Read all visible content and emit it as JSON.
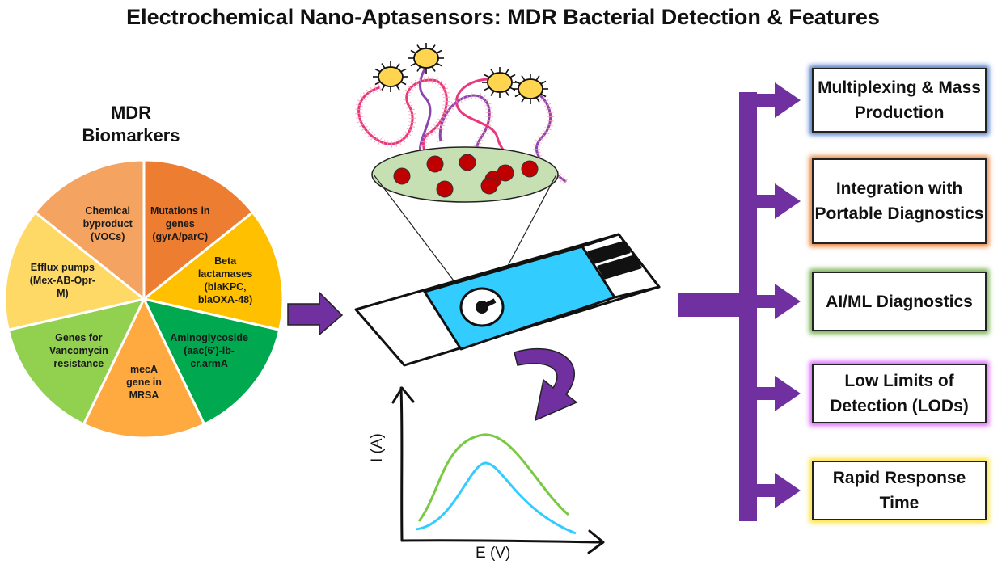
{
  "title": "Electrochemical Nano-Aptasensors: MDR Bacterial Detection & Features",
  "pie": {
    "heading_line1": "MDR",
    "heading_line2": "Biomarkers",
    "slices": [
      {
        "label": "Mutations in\ngenes\n(gyrA/parC)",
        "color": "#ED7D31"
      },
      {
        "label": "Beta\nlactamases\n(blaKPC,\nblaOXA-48)",
        "color": "#FFC000"
      },
      {
        "label": "Aminoglycoside\n(aac(6′)-lb-\ncr.armA",
        "color": "#00A850"
      },
      {
        "label": "mecA\ngene in\nMRSA",
        "color": "#FFAA40"
      },
      {
        "label": "Genes for\nVancomycin\nresistance",
        "color": "#92D050"
      },
      {
        "label": "Efflux pumps\n(Mex-AB-Opr-\nM)",
        "color": "#FFD966"
      },
      {
        "label": "Chemical\nbyproduct\n(VOCs)",
        "color": "#F4A460"
      }
    ]
  },
  "features": [
    {
      "label": "Multiplexing & Mass Production",
      "glow": "#4472C4"
    },
    {
      "label": "Integration with Portable Diagnostics",
      "glow": "#ED7D31"
    },
    {
      "label": "AI/ML Diagnostics",
      "glow": "#70AD47"
    },
    {
      "label": "Low Limits of Detection (LODs)",
      "glow": "#D966FF"
    },
    {
      "label": "Rapid Response Time",
      "glow": "#FFE135"
    }
  ],
  "graph": {
    "ylabel": "I (A)",
    "xlabel": "E (V)"
  },
  "colors": {
    "arrow": "#7030A0",
    "electrode": "#33CCFF",
    "nanoparticle": "#C00000",
    "membrane": "#C6E0B4",
    "sun": "#FFD54F",
    "curve_green": "#7AC943",
    "curve_blue": "#33CCFF"
  }
}
